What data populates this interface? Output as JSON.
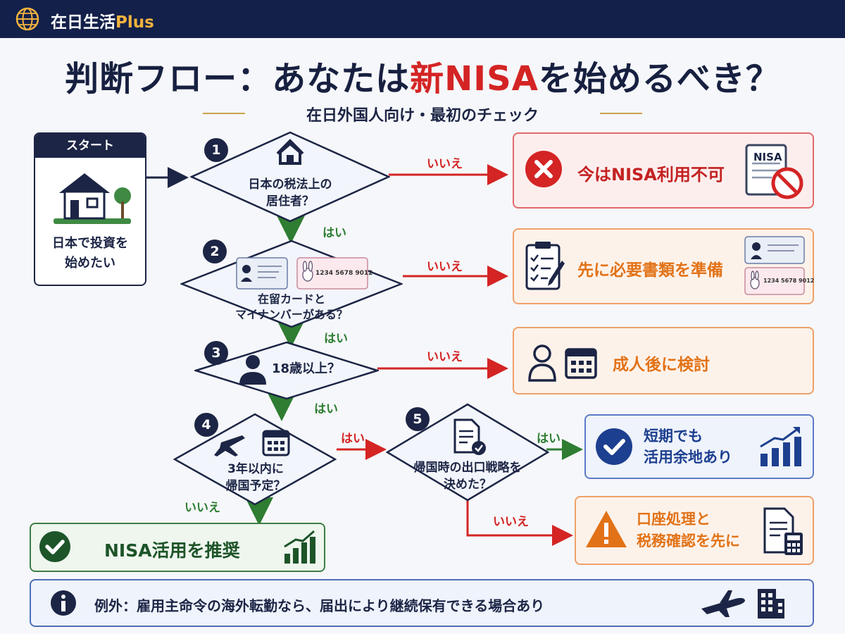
{
  "header": {
    "brand_main": "在日生活",
    "brand_accent": "Plus"
  },
  "title": {
    "before": "判断フロー：あなたは",
    "highlight": "新NISA",
    "after": "を始めるべき？"
  },
  "subtitle": "在日外国人向け・最初のチェック",
  "start": {
    "label": "スタート",
    "text_line1": "日本で投資を",
    "text_line2": "始めたい"
  },
  "steps": [
    {
      "number": "1",
      "line1": "日本の税法上の",
      "line2": "居住者？"
    },
    {
      "number": "2",
      "line1": "在留カードと",
      "line2": "マイナンバーがある？",
      "card_number": "1234 5678 9012"
    },
    {
      "number": "3",
      "line1": "18歳以上？"
    },
    {
      "number": "4",
      "line1": "3年以内に",
      "line2": "帰国予定？"
    },
    {
      "number": "5",
      "line1": "帰国時の出口戦略を",
      "line2": "決めた？"
    }
  ],
  "labels": {
    "yes": "はい",
    "no": "いいえ"
  },
  "results": {
    "not_eligible": {
      "text": "今はNISA利用不可",
      "doc_label": "NISA"
    },
    "prepare_docs": {
      "text": "先に必要書類を準備",
      "card_number": "1234 5678 9012"
    },
    "after_adult": {
      "text": "成人後に検討"
    },
    "short_term": {
      "line1": "短期でも",
      "line2": "活用余地あり"
    },
    "account_tax": {
      "line1": "口座処理と",
      "line2": "税務確認を先に"
    },
    "recommend": {
      "text": "NISA活用を推奨"
    }
  },
  "note": {
    "text": "例外：雇用主命令の海外転勤なら、届出により継続保有できる場合あり"
  },
  "colors": {
    "navy": "#13204a",
    "accent_gold": "#f2b33d",
    "title_red": "#d42424",
    "yes_green": "#2e7d32",
    "no_red": "#d42424",
    "orange": "#e27217",
    "blue": "#1d3f8f"
  }
}
